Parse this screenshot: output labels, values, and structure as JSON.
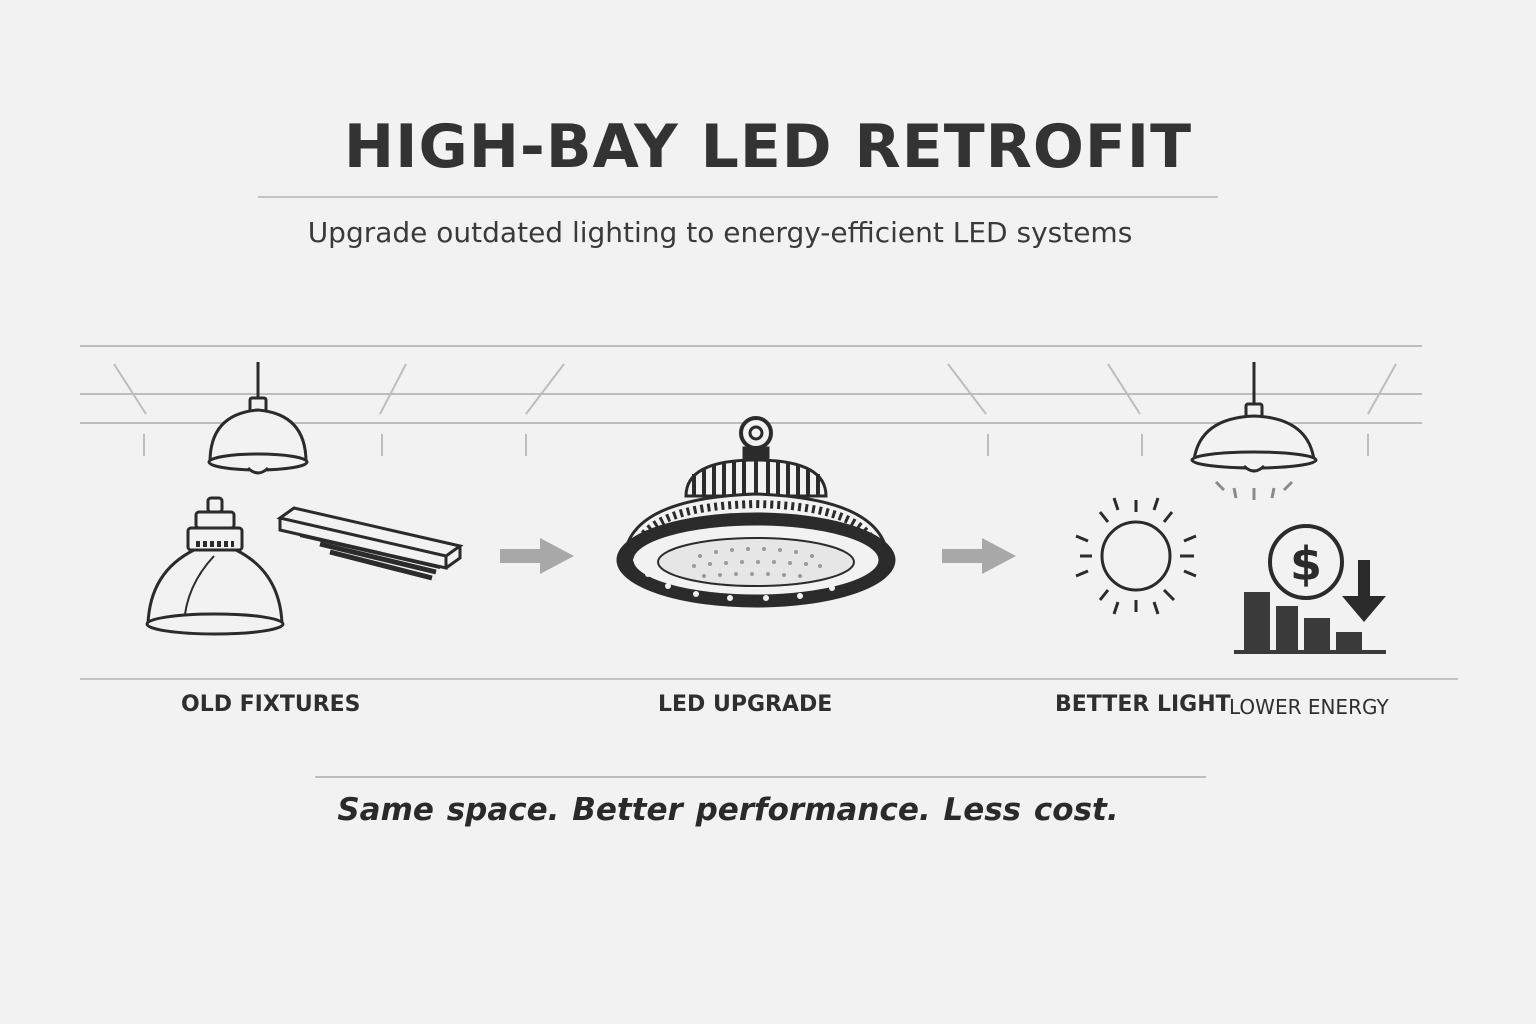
{
  "header": {
    "title": "HIGH-BAY LED RETROFIT",
    "subtitle": "Upgrade outdated lighting to energy-efficient LED systems"
  },
  "steps": [
    {
      "label": "OLD FIXTURES",
      "icons": [
        "pendant-lamp-icon",
        "high-bay-dome-lamp-icon",
        "fluorescent-tube-fixture-icon"
      ]
    },
    {
      "label": "LED UPGRADE",
      "icons": [
        "ufo-led-high-bay-icon"
      ]
    },
    {
      "label": "BETTER LIGHT",
      "icons": [
        "sun-icon",
        "bright-pendant-lamp-icon"
      ]
    },
    {
      "label": "LOWER ENERGY",
      "icons": [
        "dollar-coin-icon",
        "declining-bar-chart-icon",
        "down-arrow-icon"
      ]
    }
  ],
  "footer": {
    "tagline": "Same space.  Better performance.  Less cost."
  },
  "colors": {
    "background": "#f2f2f2",
    "ink": "#2b2b2b",
    "rule": "#bdbdbd",
    "arrow": "#a8a8a8"
  }
}
